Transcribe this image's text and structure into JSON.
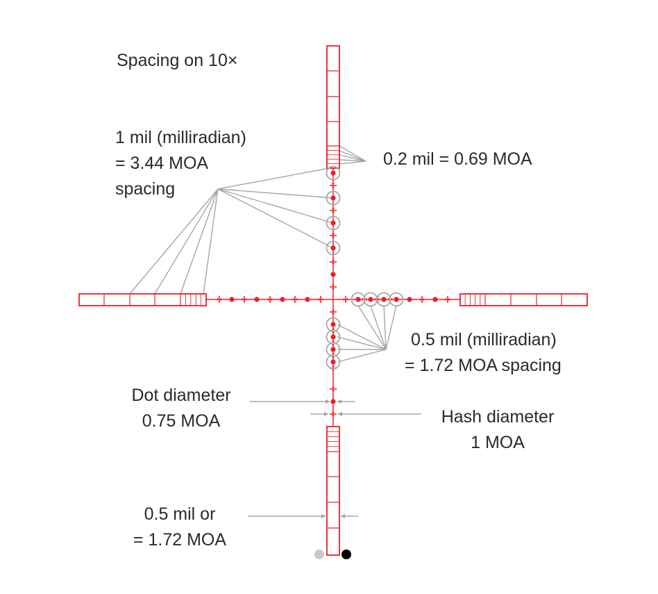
{
  "title": "Spacing on 10×",
  "labels": {
    "mil_line1": "1 mil (milliradian)",
    "mil_line2": "= 3.44 MOA",
    "mil_line3": "spacing",
    "fifth_mil": "0.2 mil = 0.69 MOA",
    "half_mil_line1": "0.5 mil (milliradian)",
    "half_mil_line2": "= 1.72 MOA spacing",
    "dot_line1": "Dot diameter",
    "dot_line2": "0.75 MOA",
    "hash_line1": "Hash diameter",
    "hash_line2": "1 MOA",
    "post_line1": "0.5 mil or",
    "post_line2": "= 1.72 MOA"
  },
  "colors": {
    "reticle": "#e8202a",
    "leader": "#a6a6a6",
    "text": "#2a2a2a",
    "swatch_light": "#c8c8c8",
    "swatch_dark": "#000000"
  },
  "swatches": [
    "light-gray",
    "black"
  ]
}
